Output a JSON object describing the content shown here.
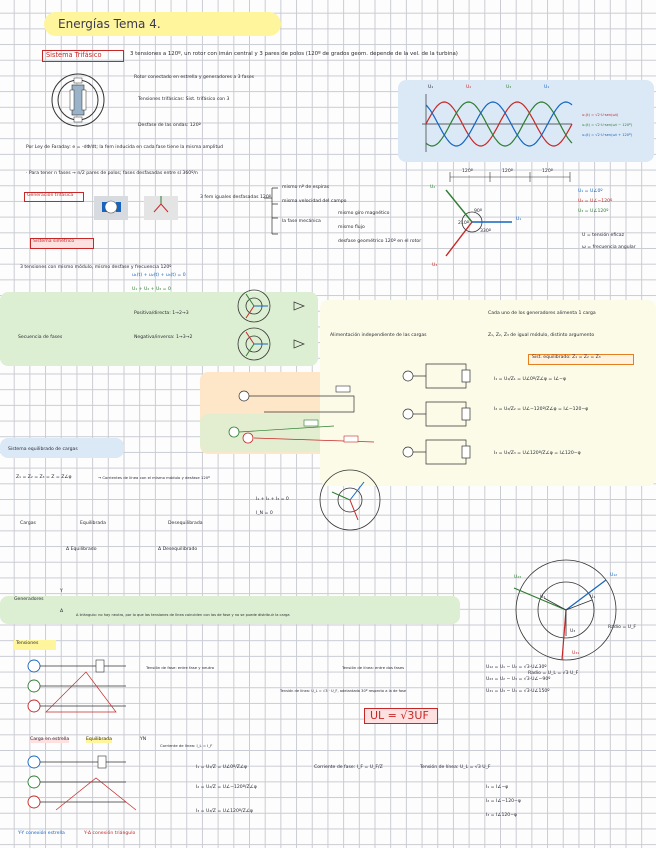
{
  "title": "Energías Tema 4.",
  "trifasico": {
    "heading": "Sistema Trifásico",
    "line1": "3 tensiones a 120º, un rotor con imán central y 3 pares de polos (120º de grados geom. depende de la vel. de la turbina)",
    "note1": "Rotor conectado en estrella y generadores a 3 fases",
    "note2": "Tensiones trifásicas: Sist. trifásico con 3",
    "note3": "Desfase de las ondas: 120º",
    "fem": "Por Ley de Faraday: e = -dΦ/dt; la fem inducida en cada fase tiene la misma amplitud",
    "pares": "· Para tener n fases → n/2 pares de polos; fases desfasadas entre sí 360º/n",
    "gen_label": "Generación trifásica",
    "gen_note": "3 fem iguales desfasadas 120º",
    "gen_b1": "mismo nº de espiras",
    "gen_b2": "misma velocidad del campo",
    "gen_b3": "la fase mecánica",
    "gen_b4": "mismo giro magnético",
    "gen_b5": "mismo flujo",
    "gen_b6": "desfase geométrico 120º en el rotor"
  },
  "waves": {
    "ulabels": [
      "U₁",
      "U₂",
      "U₃",
      "U₁"
    ],
    "legend": [
      "u₁(t) = √2·U·sen(ωt)",
      "u₂(t) = √2·U·sen(ωt − 120º)",
      "u₃(t) = √2·U·sen(ωt + 120º)"
    ],
    "angle_labels": [
      "120º",
      "120º",
      "120º"
    ]
  },
  "fasores": {
    "labels": [
      "U₁",
      "U₂",
      "U₃"
    ],
    "angles": [
      "90º",
      "210º",
      "330º"
    ],
    "eqs": [
      "U₁ = U∠0º",
      "U₂ = U∠−120º",
      "U₃ = U∠120º"
    ],
    "notes": [
      "U = tensión eficaz",
      "ω = frecuencia angular"
    ]
  },
  "simetrico": {
    "heading": "Sistema simétrico",
    "text": "3 tensiones con mismo módulo, mismo desfase y frecuencia 120º",
    "eq1": "u₁(t) + u₂(t) + u₃(t) = 0",
    "eq2": "U₁ + U₂ + U₃ = 0"
  },
  "secuencia": {
    "label": "Secuencia de fases",
    "directa": "Positiva/directa: 1→2→3",
    "inversa": "Negativa/inversa: 1→3→2"
  },
  "alimentacion": {
    "label": "Alimentación independiente de las cargas",
    "note1": "Cada uno de los generadores alimenta 1 carga",
    "note2": "Z₁, Z₂, Z₃ de igual módulo, distinto argumento",
    "sist": "Sist. equilibrado: Z₁ = Z₂ = Z₃",
    "i1": "I₁ = U₁/Z₁ = U∠0º/Z∠φ = I∠−φ",
    "i2": "I₂ = U₂/Z₂ = U∠−120º/Z∠φ = I∠−120−φ",
    "i3": "I₃ = U₃/Z₃ = U∠120º/Z∠φ = I∠120−φ"
  },
  "equilibrado": {
    "heading": "Sistema equilibrado de cargas",
    "eq": "Z₁ = Z₂ = Z₃ = Z = Z∠φ",
    "note": "→ Corrientes de línea con el mismo módulo y desfase 120º",
    "sum1": "I₁ + I₂ + I₃ = 0",
    "sum2": "I_N = 0"
  },
  "cargas": {
    "cargas_label": "Cargas",
    "equilibrada": "Equilibrada",
    "desequilibrada": "Desequilibrada",
    "triangulo_eq": "Δ Equilibrado",
    "triangulo_deseq": "Δ Desequilibrado",
    "generadores": "Generadores",
    "estrella": "Y",
    "triangulo": "Δ",
    "nota": "Δ triángulo: no hay neutro, por lo que las tensiones de línea coinciden con las de fase y no se puede distribuir la carga"
  },
  "tensiones": {
    "heading": "Tensiones",
    "t1": "Tensión de fase: entre fase y neutro",
    "t2": "Tensión de línea: entre dos fases",
    "t3": "U₁₂ = U₁ − U₂ = √3·U∠30º",
    "t4": "U₂₃ = U₂ − U₃ = √3·U∠−90º",
    "t5": "U₃₁ = U₃ − U₁ = √3·U∠150º",
    "t6": "Tensión de línea: U_L = √3 · U_F, adelantada 30º respecto a la de fase",
    "formula": "UL = √3UF",
    "radio_f": "Radio = U_F",
    "radio_l": "Radio = U_L = √3 U_F",
    "phasor_labels": [
      "U₁₂",
      "U₂₃",
      "U₃₁",
      "U₁",
      "U₂",
      "U₃"
    ]
  },
  "carga_y": {
    "heading": "Carga en estrella",
    "heading2": "Equilibrada",
    "heading3": "YN",
    "i1": "I₁ = U₁/Z = U∠0º/Z∠φ",
    "i2": "I₂ = U₂/Z = U∠−120º/Z∠φ",
    "i3": "I₃ = U₃/Z = U∠120º/Z∠φ",
    "c1": "Corriente de línea: I_L = I_F",
    "c2": "Corriente de fase: I_F = U_F/Z",
    "c3": "Tensión de línea: U_L = √3 U_F",
    "r1": "I₁ = I∠−φ",
    "r2": "I₂ = I∠−120−φ",
    "r3": "I₃ = I∠120−φ"
  },
  "footer": {
    "f1": "Y-Y conexión estrella",
    "f2": "Y-Δ conexión triángulo"
  },
  "colors": {
    "red": "#c62828",
    "green": "#2e7d32",
    "blue": "#1565c0",
    "highlight_yellow": "#fff59d",
    "highlight_green": "#dcefd2",
    "highlight_pink": "#fde0e0",
    "highlight_blue": "#dbe9f7"
  }
}
